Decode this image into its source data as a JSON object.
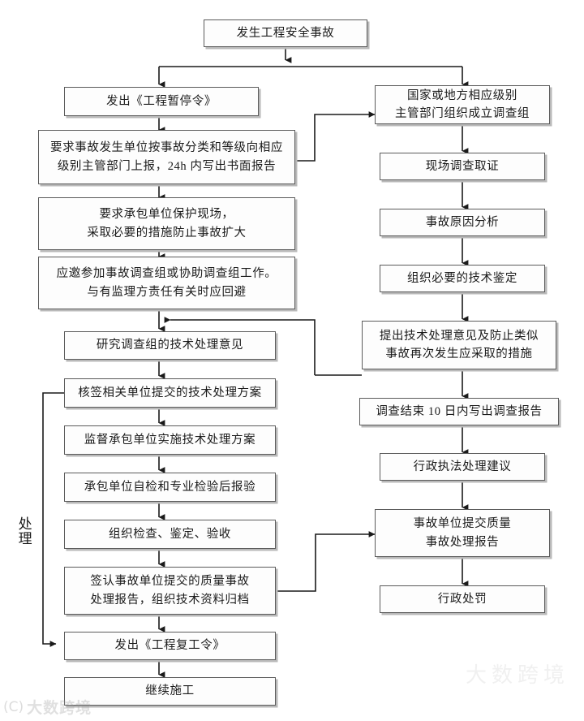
{
  "diagram": {
    "title_text": "发生工程安全事故",
    "side_label": "处理",
    "watermark": {
      "mark": "(C)",
      "text": "大数跨境"
    },
    "nodes": {
      "start": {
        "text": "发生工程安全事故"
      },
      "l1": {
        "text": "发出《工程暂停令》"
      },
      "l2a": {
        "text": "要求事故发生单位按事故分类和等级向相应"
      },
      "l2b": {
        "text": "级别主管部门上报，24h 内写出书面报告"
      },
      "l3a": {
        "text": "要求承包单位保护现场，"
      },
      "l3b": {
        "text": "采取必要的措施防止事故扩大"
      },
      "l4a": {
        "text": "应邀参加事故调查组或协助调查组工作。"
      },
      "l4b": {
        "text": "与有监理方责任有关时应回避"
      },
      "l5": {
        "text": "研究调查组的技术处理意见"
      },
      "l6": {
        "text": "核签相关单位提交的技术处理方案"
      },
      "l7": {
        "text": "监督承包单位实施技术处理方案"
      },
      "l8": {
        "text": "承包单位自检和专业检验后报验"
      },
      "l9": {
        "text": "组织检查、鉴定、验收"
      },
      "l10a": {
        "text": "签认事故单位提交的质量事故"
      },
      "l10b": {
        "text": "处理报告，组织技术资料归档"
      },
      "l11": {
        "text": "发出《工程复工令》"
      },
      "l12": {
        "text": "继续施工"
      },
      "r1a": {
        "text": "国家或地方相应级别"
      },
      "r1b": {
        "text": "主管部门组织成立调查组"
      },
      "r2": {
        "text": "现场调查取证"
      },
      "r3": {
        "text": "事故原因分析"
      },
      "r4": {
        "text": "组织必要的技术鉴定"
      },
      "r5a": {
        "text": "提出技术处理意见及防止类似"
      },
      "r5b": {
        "text": "事故再次发生应采取的措施"
      },
      "r6": {
        "text": "调查结束 10 日内写出调查报告"
      },
      "r7": {
        "text": "行政执法处理建议"
      },
      "r8a": {
        "text": "事故单位提交质量"
      },
      "r8b": {
        "text": "事故处理报告"
      },
      "r9": {
        "text": "行政处罚"
      }
    },
    "colors": {
      "box_border": "#5b5b5b",
      "box_fill": "#fdfdfd",
      "box_shadow": "#b9b9b9",
      "connector": "#1a1a1a",
      "page_background": "#ffffff"
    }
  }
}
